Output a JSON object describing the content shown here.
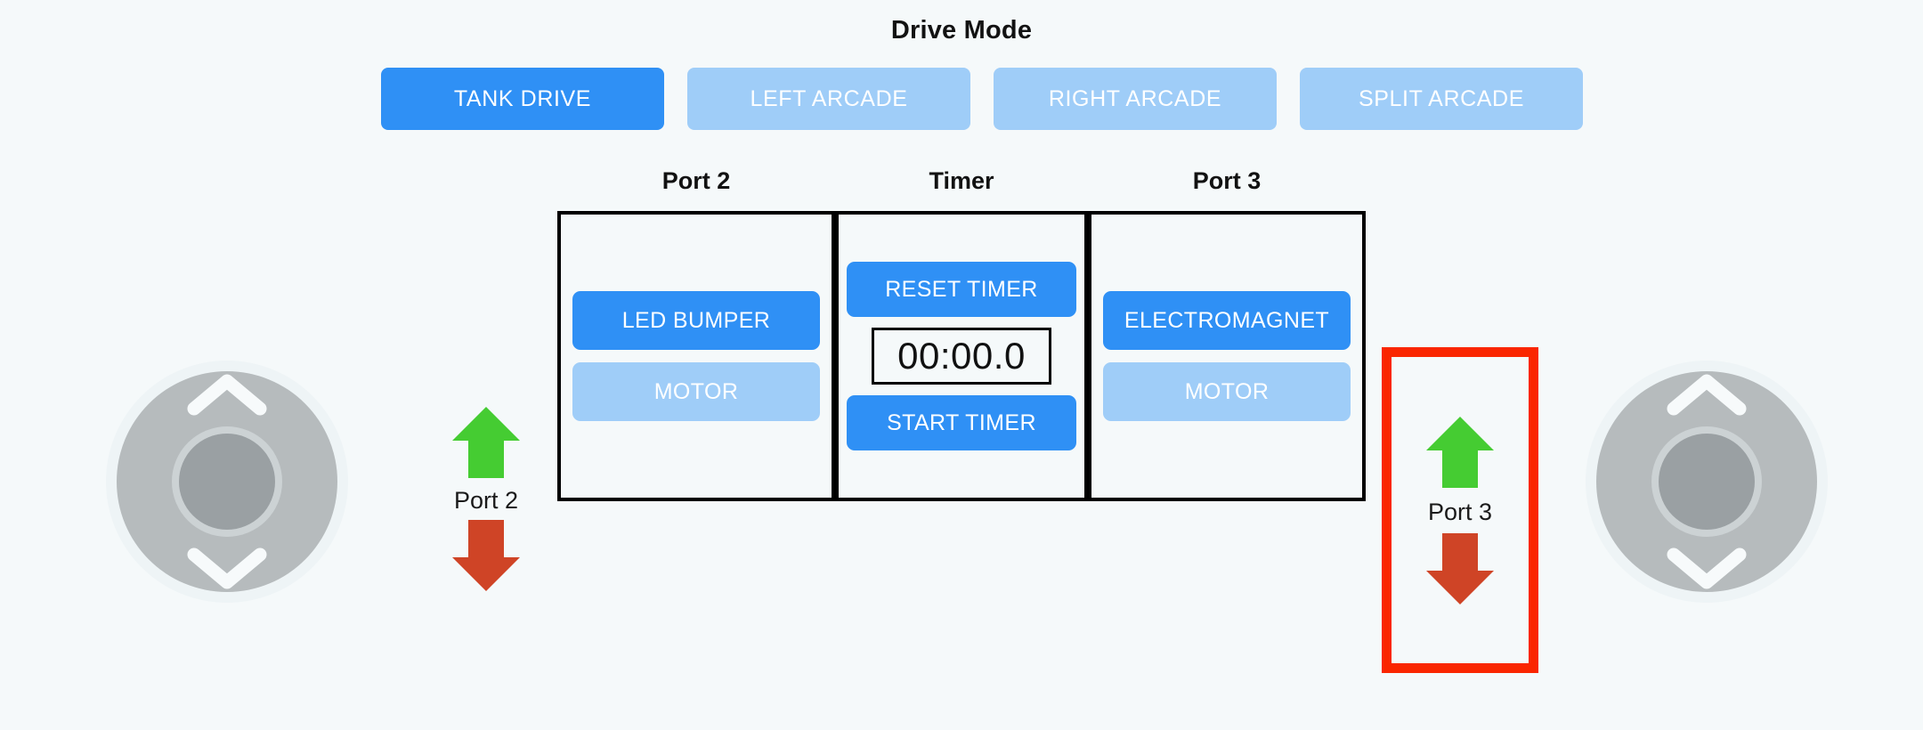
{
  "header": {
    "title": "Drive Mode",
    "modes": [
      {
        "label": "TANK DRIVE",
        "state": "active"
      },
      {
        "label": "LEFT ARCADE",
        "state": "inactive"
      },
      {
        "label": "RIGHT ARCADE",
        "state": "inactive"
      },
      {
        "label": "SPLIT ARCADE",
        "state": "inactive"
      }
    ]
  },
  "panel": {
    "columns": [
      {
        "label": "Port 2",
        "buttons": [
          {
            "label": "LED BUMPER",
            "state": "primary"
          },
          {
            "label": "MOTOR",
            "state": "muted"
          }
        ]
      },
      {
        "label": "Timer",
        "reset_label": "RESET TIMER",
        "display": "00:00.0",
        "start_label": "START TIMER"
      },
      {
        "label": "Port 3",
        "buttons": [
          {
            "label": "ELECTROMAGNET",
            "state": "primary"
          },
          {
            "label": "MOTOR",
            "state": "muted"
          }
        ]
      }
    ]
  },
  "ports": [
    {
      "name": "Port 2",
      "highlighted": false
    },
    {
      "name": "Port 3",
      "highlighted": true
    }
  ],
  "joysticks": [
    {
      "side": "left",
      "position": "center"
    },
    {
      "side": "right",
      "position": "center"
    }
  ],
  "colors": {
    "background": "#f5f9fa",
    "accent_active": "#2f90f5",
    "accent_inactive": "#9fcdf8",
    "arrow_up": "#45cc32",
    "arrow_down": "#cf4426",
    "highlight_border": "#fa2600",
    "panel_border": "#000000",
    "joystick_outer": "#b6bbbd",
    "joystick_inner": "#9aa0a3",
    "text_dark": "#121212"
  },
  "icons": {
    "arrow_up": "arrow-up-icon",
    "arrow_down": "arrow-down-icon",
    "chevron_up": "chevron-up-icon",
    "chevron_down": "chevron-down-icon"
  }
}
